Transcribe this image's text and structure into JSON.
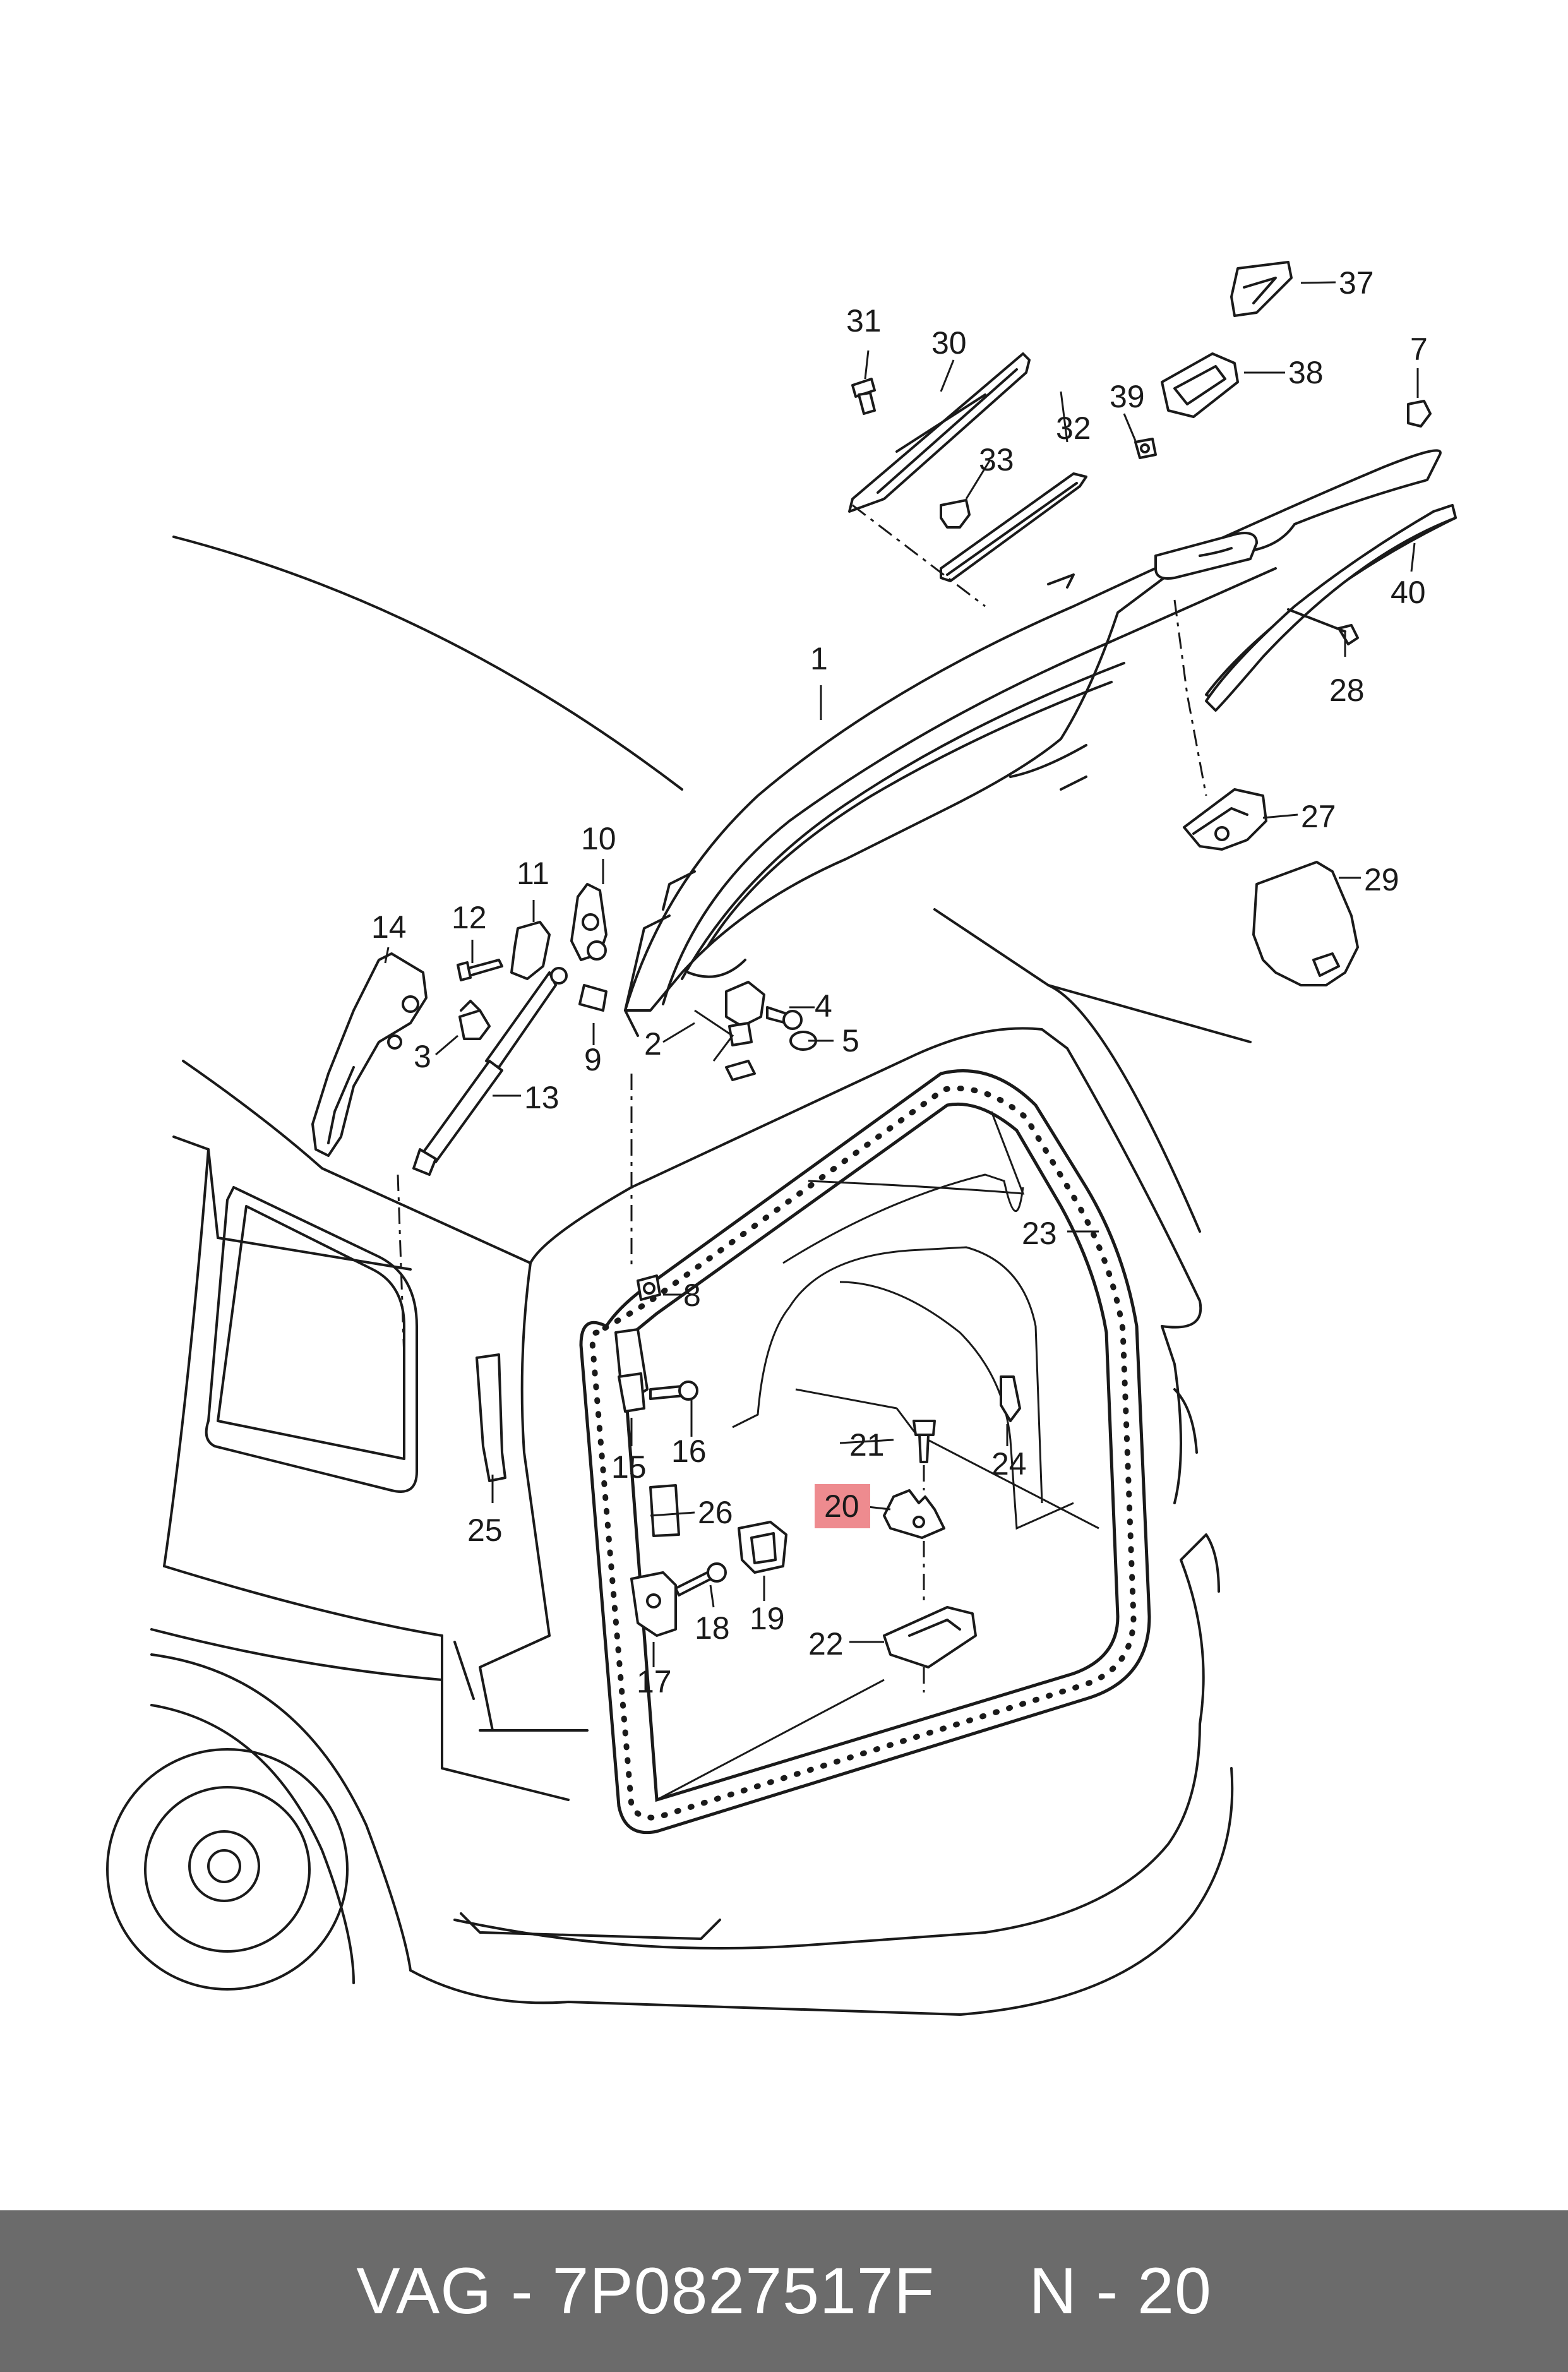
{
  "diagram": {
    "callouts": [
      "1",
      "2",
      "3",
      "4",
      "5",
      "7",
      "8",
      "9",
      "10",
      "11",
      "12",
      "13",
      "14",
      "15",
      "16",
      "17",
      "18",
      "19",
      "20",
      "21",
      "22",
      "23",
      "24",
      "25",
      "26",
      "27",
      "28",
      "29",
      "30",
      "31",
      "32",
      "33",
      "37",
      "38",
      "39",
      "40"
    ],
    "highlighted_callout": "20",
    "highlight_color": "#ee8b8f"
  },
  "footer": {
    "text": "VAG - 7P0827517F     N - 20",
    "background_color": "#6b6b6b"
  }
}
